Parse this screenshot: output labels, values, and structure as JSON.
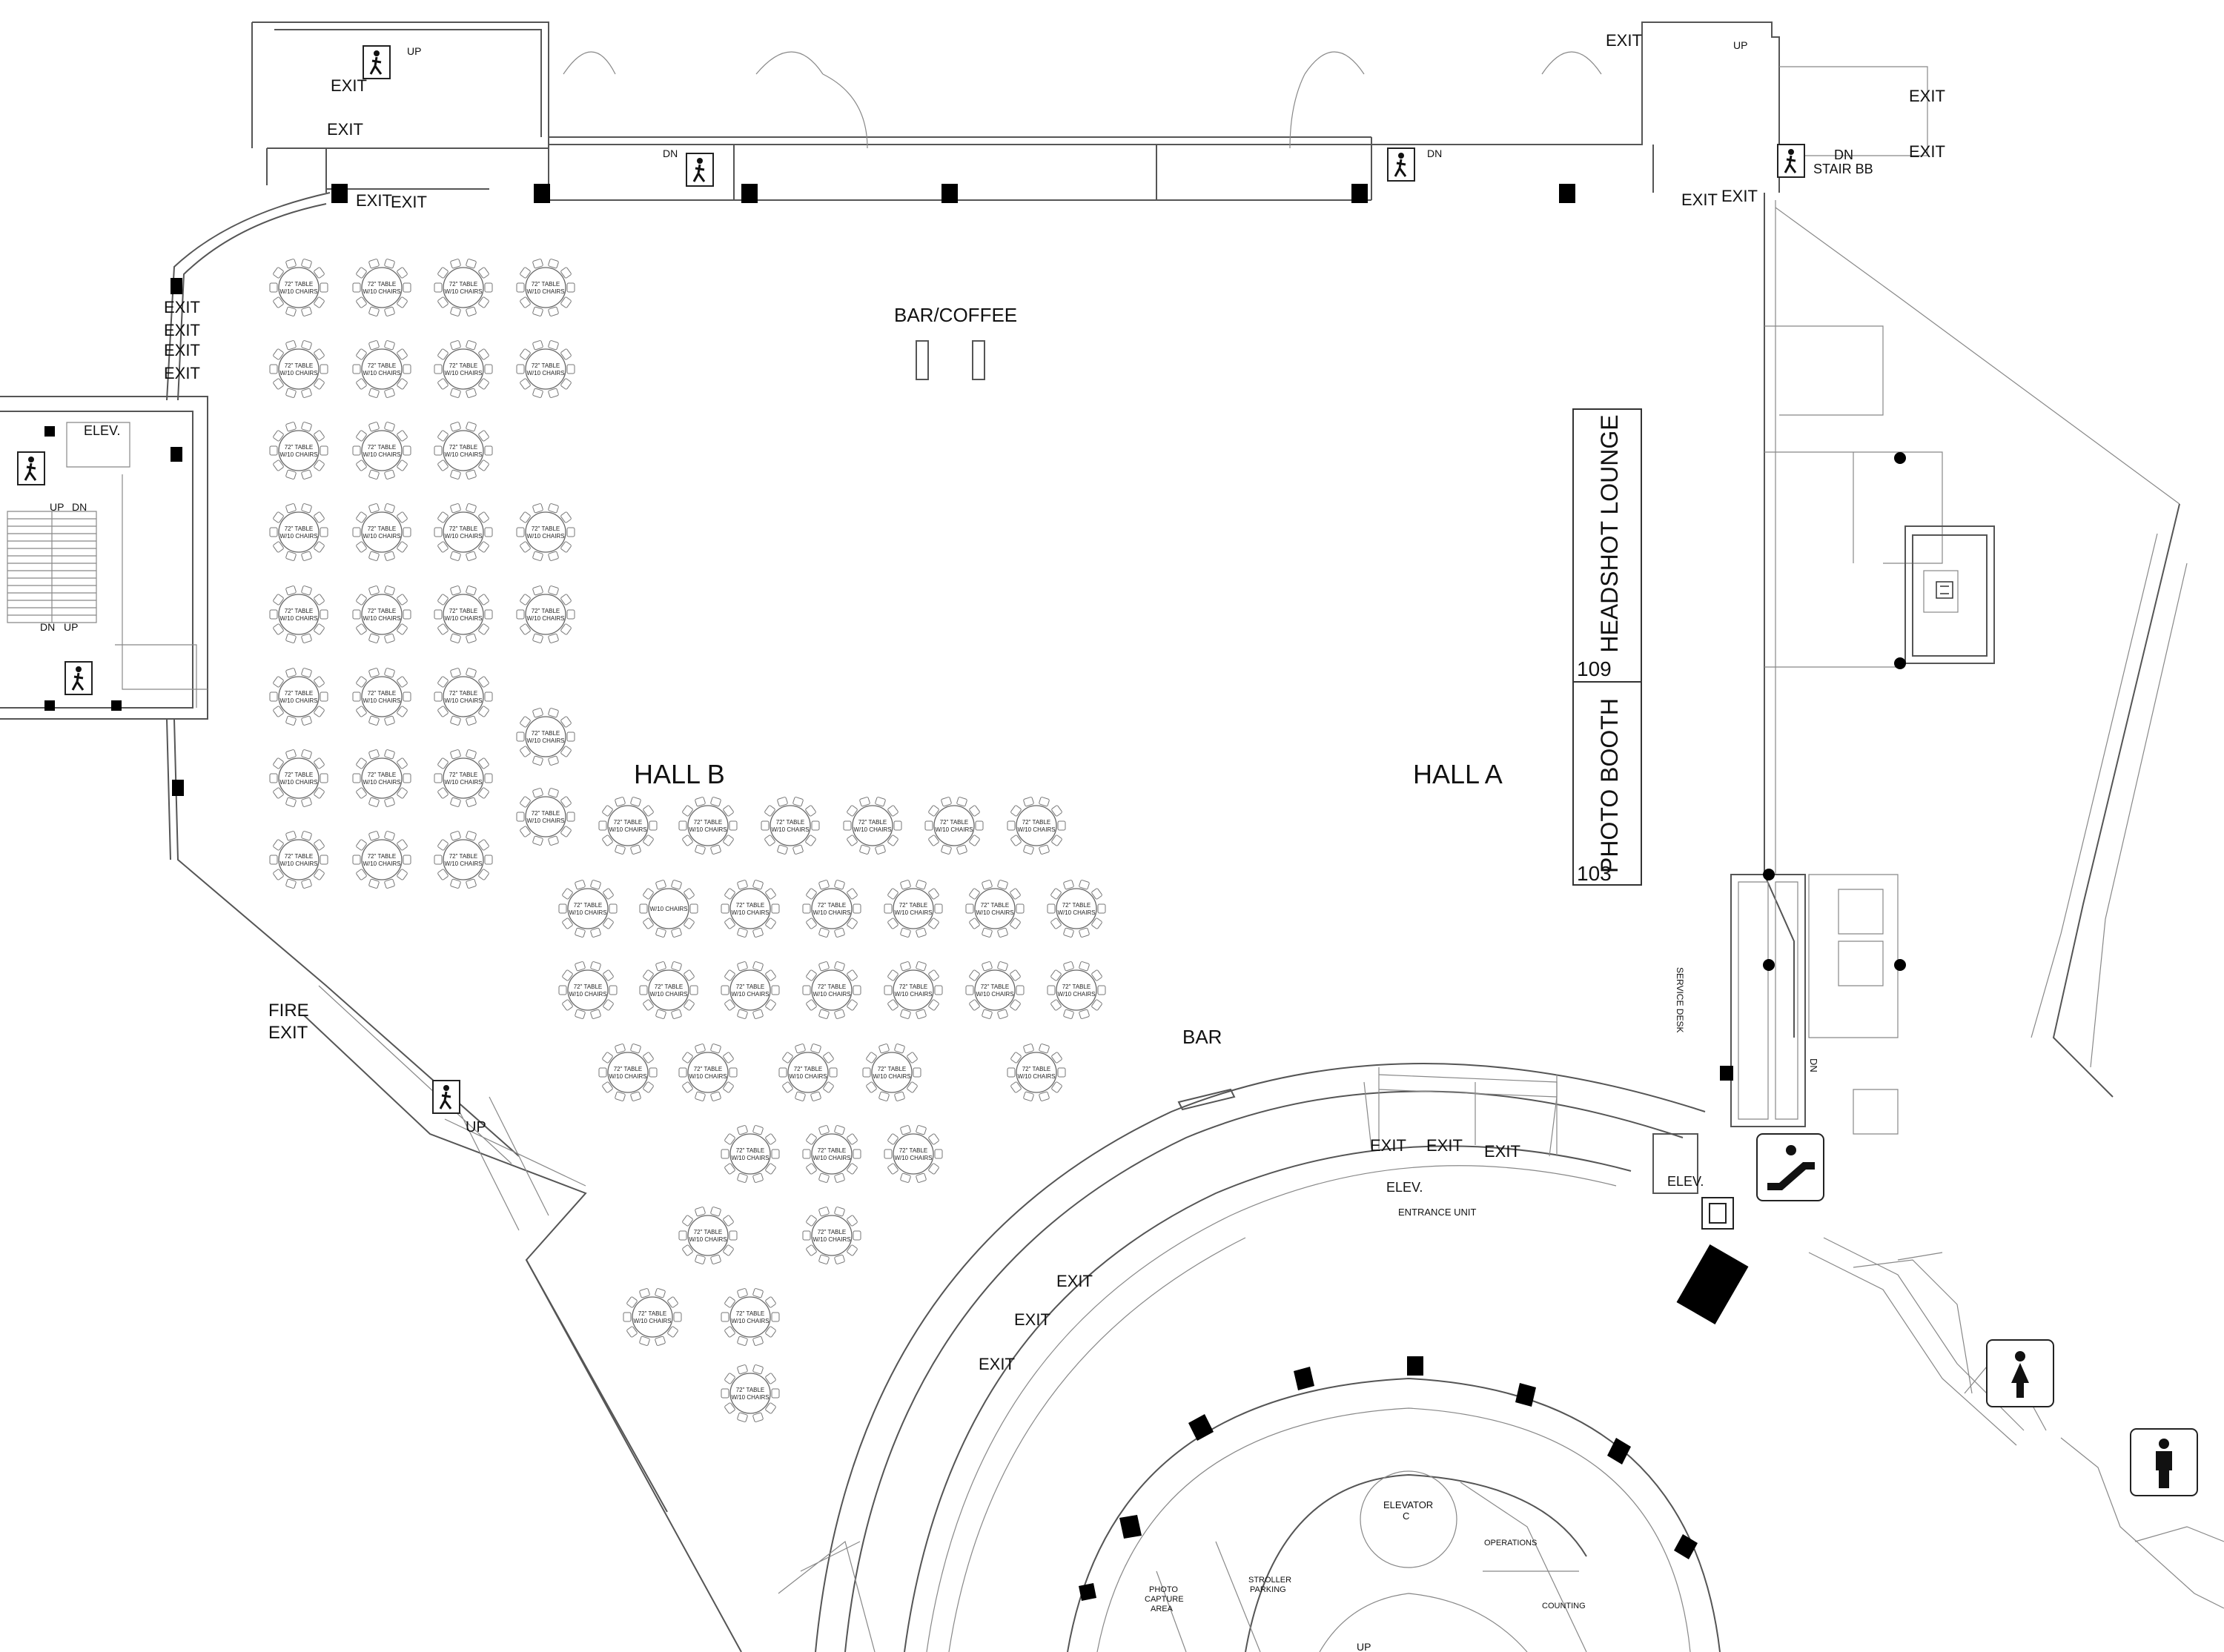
{
  "labels": {
    "hall_b": "HALL B",
    "hall_a": "HALL A",
    "bar_coffee": "BAR/COFFEE",
    "bar": "BAR",
    "fire_exit_line1": "FIRE",
    "fire_exit_line2": "EXIT",
    "headshot_lounge": "HEADSHOT LOUNGE",
    "photo_booth": "PHOTO BOOTH",
    "room_109": "109",
    "room_103": "103",
    "entrance_unit": "ENTRANCE UNIT",
    "elev": "ELEV.",
    "elevator_c_line1": "ELEVATOR",
    "elevator_c_line2": "C",
    "operations": "OPERATIONS",
    "counting": "COUNTING",
    "stroller_parking_line1": "STROLLER",
    "stroller_parking_line2": "PARKING",
    "photo_capture_line1": "PHOTO",
    "photo_capture_line2": "CAPTURE",
    "photo_capture_line3": "AREA",
    "service_desk": "SERVICE DESK",
    "stair_bb_dn": "DN",
    "stair_bb": "STAIR BB",
    "exit": "EXIT",
    "up": "UP",
    "dn": "DN"
  },
  "table_label_line1": "72\" TABLE",
  "table_label_line2": "W/10 CHAIRS",
  "table_label_alt": "W/10 CHAIRS",
  "icons": [
    "stair-person-icon",
    "escalator-icon",
    "women-restroom-icon",
    "men-restroom-icon",
    "elevator-icon"
  ]
}
